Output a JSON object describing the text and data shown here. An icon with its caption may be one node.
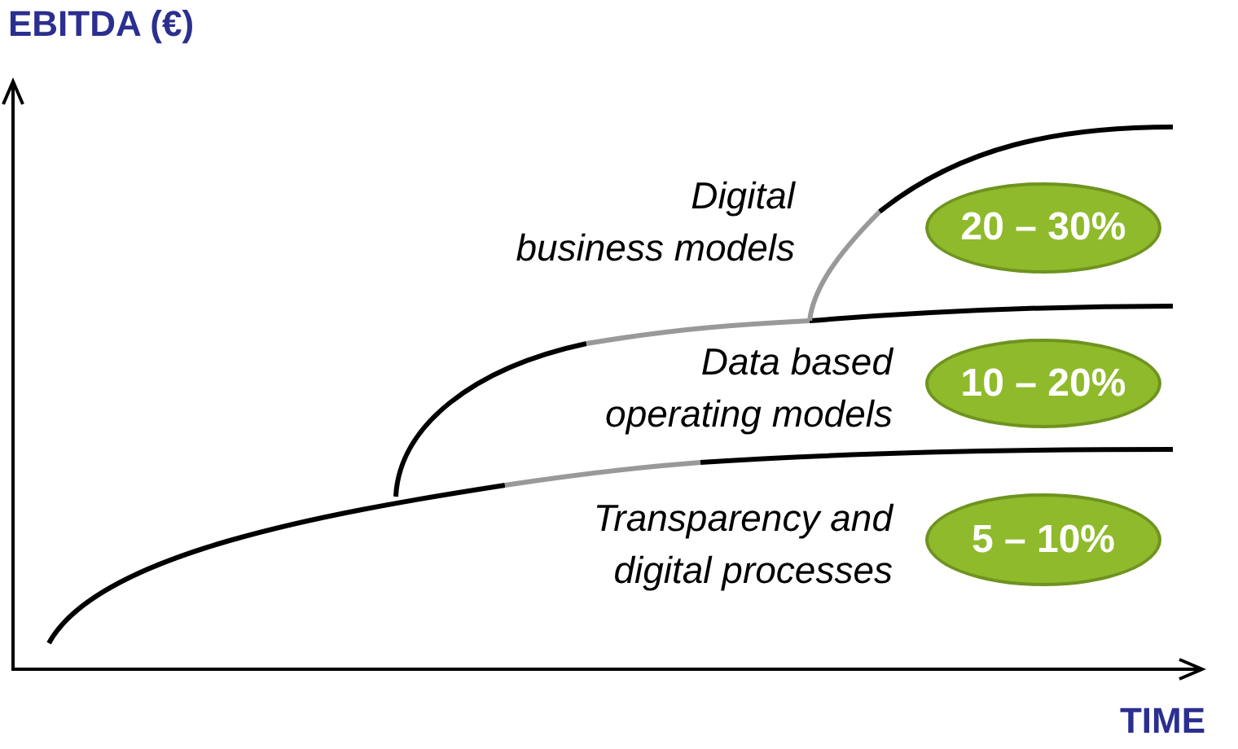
{
  "diagram": {
    "nodes": [
      {
        "text": [
          "20 – 30%"
        ]
      },
      {
        "text": [
          "10 – 20%"
        ]
      },
      {
        "text": [
          "5 – 10%"
        ]
      }
    ],
    "labels": [
      "EBITDA (€)",
      "Digital business models",
      "Data based operating models",
      "Transparency and digital processes",
      "TIME"
    ]
  }
}
